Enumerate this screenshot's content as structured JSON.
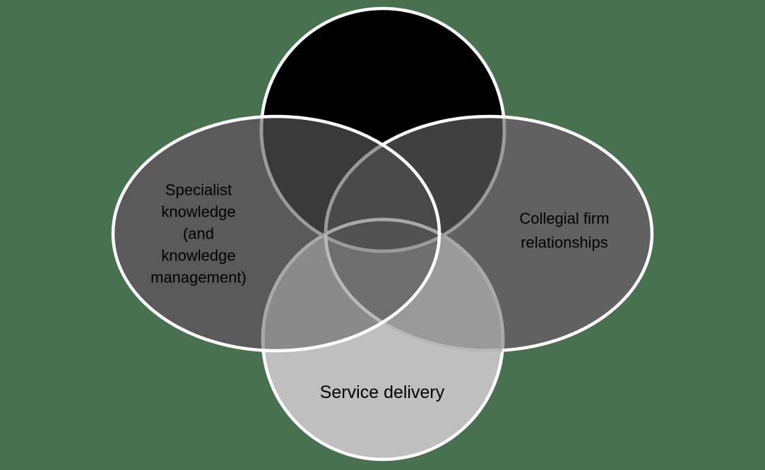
{
  "diagram": {
    "type": "venn-4-set",
    "background_color": "#48714F",
    "stroke_color": "#ffffff",
    "dim_stroke_dark": "#9a9a9a",
    "dim_stroke_light": "#b8b8b8",
    "dim_stroke_bottom": "#a8a8a8",
    "labels": {
      "left": "Specialist\nknowledge\n(and\nknowledge\nmanagement)",
      "right": "Collegial firm\nrelationships",
      "bottom": "Service delivery"
    },
    "region_colors": {
      "top": "#000000",
      "left": "#5a5a5a",
      "right": "#616161",
      "bottom": "#bfbfbf",
      "top_left": "#3a3a3a",
      "top_right": "#404040",
      "top_left_right": "#4a4a4a",
      "center": "#525252",
      "left_right_bottom": "#6e6e6e",
      "left_bottom": "#8a8a8a",
      "right_bottom": "#9a9a9a"
    }
  }
}
